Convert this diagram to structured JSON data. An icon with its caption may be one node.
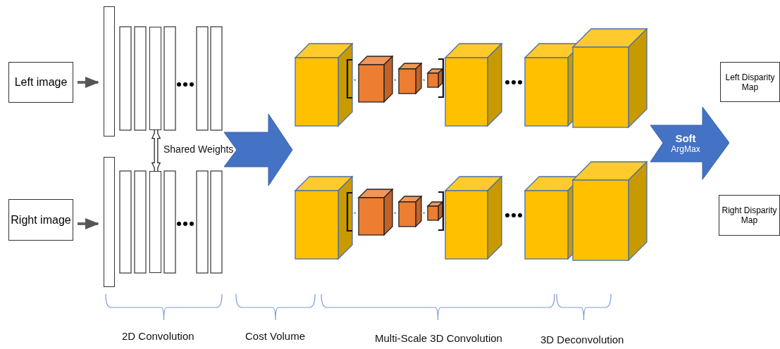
{
  "diagram": {
    "nodes": [
      {
        "text": [
          "Left image"
        ]
      },
      {
        "text": [
          "Right image"
        ]
      },
      {
        "text": [],
        "shape": "bar"
      },
      {
        "text": [],
        "shape": "bar"
      },
      {
        "text": [],
        "shape": "bar"
      },
      {
        "text": [],
        "shape": "bar"
      },
      {
        "text": [
          "Soft",
          "ArgMax"
        ]
      },
      {
        "text": [
          "Left Disparity Map"
        ]
      },
      {
        "text": [
          "Right Disparity Map"
        ]
      }
    ],
    "edges": [
      {
        "from": 0,
        "to": 2,
        "arrow": "to"
      },
      {
        "from": 1,
        "to": 3,
        "arrow": "to"
      },
      {
        "from": 4,
        "to": 5,
        "arrow": "both"
      }
    ],
    "labels": [
      "Shared Weights",
      "*",
      "*",
      "*",
      "*",
      "*",
      "*",
      "2D Convolution",
      "Cost Volume",
      "Multi-Scale 3D Convolution",
      "3D Deconvolution"
    ]
  }
}
